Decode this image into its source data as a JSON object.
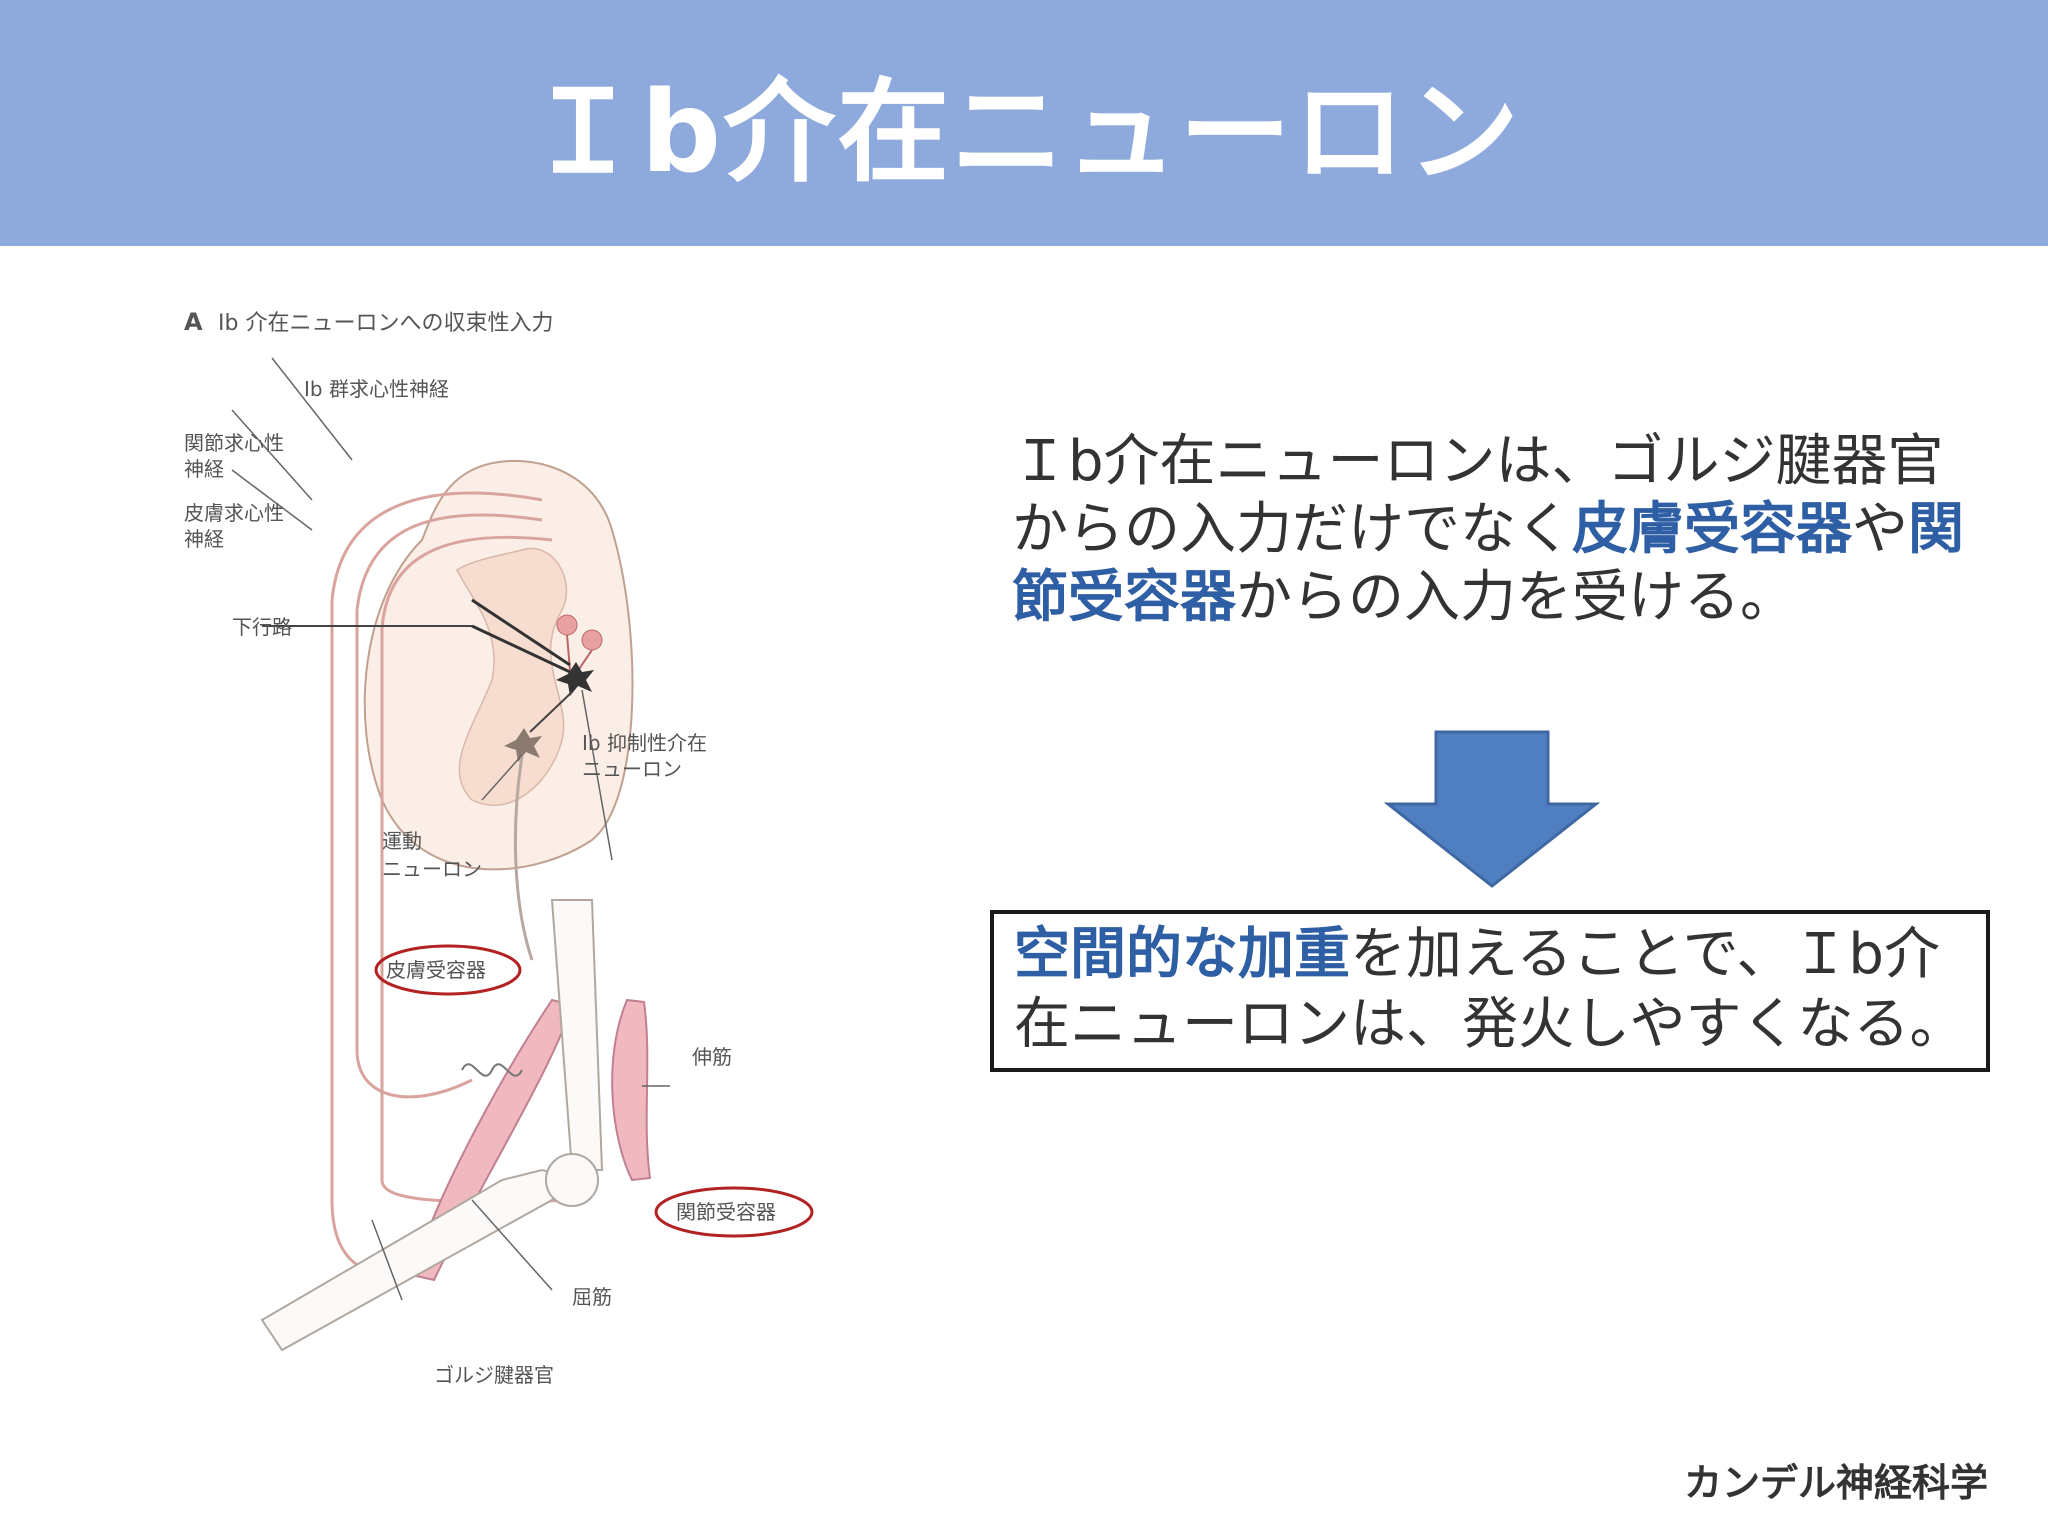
{
  "header": {
    "title": "Ｉb介在ニューロン"
  },
  "figure": {
    "caption_letter": "A",
    "caption": "Ib 介在ニューロンへの収束性入力",
    "labels": {
      "ib_afferent": "Ib 群求心性神経",
      "joint_afferent_1": "関節求心性",
      "joint_afferent_2": "神経",
      "skin_afferent_1": "皮膚求心性",
      "skin_afferent_2": "神経",
      "descending": "下行路",
      "ib_interneuron_1": "Ib 抑制性介在",
      "ib_interneuron_2": "ニューロン",
      "motor_neuron_1": "運動",
      "motor_neuron_2": "ニューロン",
      "skin_receptor": "皮膚受容器",
      "extensor": "伸筋",
      "joint_receptor": "関節受容器",
      "flexor": "屈筋",
      "golgi_tendon": "ゴルジ腱器官"
    }
  },
  "description": {
    "part1": "Ｉb介在ニューロンは、ゴルジ腱器官からの入力だけでなく",
    "hl1": "皮膚受容器",
    "part2": "や",
    "hl2": "関節受容器",
    "part3": "からの入力を受ける。"
  },
  "conclusion": {
    "hl": "空間的な加重",
    "text": "を加えることで、Ｉb介在ニューロンは、発火しやすくなる。"
  },
  "source": "カンデル神経科学",
  "colors": {
    "header_bg": "#8eaadc",
    "highlight_text": "#2e5ea4",
    "arrow": "#4f7fc1",
    "ellipse": "#b22222"
  }
}
